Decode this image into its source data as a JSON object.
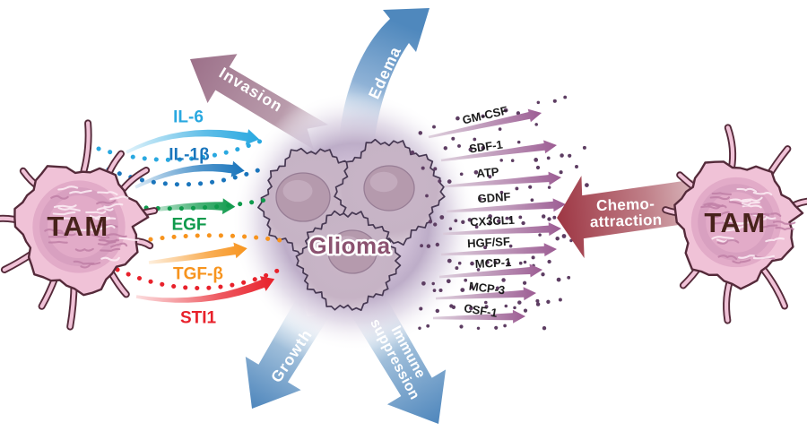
{
  "diagram": {
    "glioma_label": "Glioma",
    "tam_left_label": "TAM",
    "tam_right_label": "TAM",
    "effects": {
      "invasion": {
        "label": "Invasion",
        "color": "#9c7089"
      },
      "edema": {
        "label": "Edema",
        "color": "#4f88bd"
      },
      "growth": {
        "label": "Growth",
        "color": "#4e86bc"
      },
      "immune": {
        "label_line1": "Immune",
        "label_line2": "suppression",
        "color": "#4e86bc"
      }
    },
    "chemoattraction": {
      "label_line1": "Chemo-",
      "label_line2": "attraction",
      "color": "#9e3744"
    },
    "tam_to_glioma_factors": [
      {
        "label": "IL-6",
        "color": "#29a8e0"
      },
      {
        "label": "IL-1β",
        "color": "#1a75bc"
      },
      {
        "label": "EGF",
        "color": "#0f9a4c"
      },
      {
        "label": "TGF-β",
        "color": "#f7941e"
      },
      {
        "label": "STI1",
        "color": "#e8212b"
      }
    ],
    "glioma_to_tam_factors": [
      {
        "label": "GM-CSF"
      },
      {
        "label": "SDF-1"
      },
      {
        "label": "ATP"
      },
      {
        "label": "GDNF"
      },
      {
        "label": "CX3CL1"
      },
      {
        "label": "HGF/SF"
      },
      {
        "label": "MCP-1"
      },
      {
        "label": "MCP-3"
      },
      {
        "label": "CSF-1"
      }
    ],
    "palette": {
      "glow": "#bcabc6",
      "cell_fill": "#c6b3c5",
      "cell_outline": "#463852",
      "nucleus": "#b59aad",
      "nucleus_edge": "#977d95",
      "tam_fill": "#f0c2d7",
      "tam_inner": "#e2abc8",
      "tam_outline": "#552a3a",
      "tam_text": "#47221b",
      "glioma_text": "#8b5270",
      "right_arrow": "#9c5c93",
      "right_arrow_tail": "#d9c9d8",
      "right_dot": "#5d3d62",
      "right_label": "#1c1c1c"
    }
  }
}
